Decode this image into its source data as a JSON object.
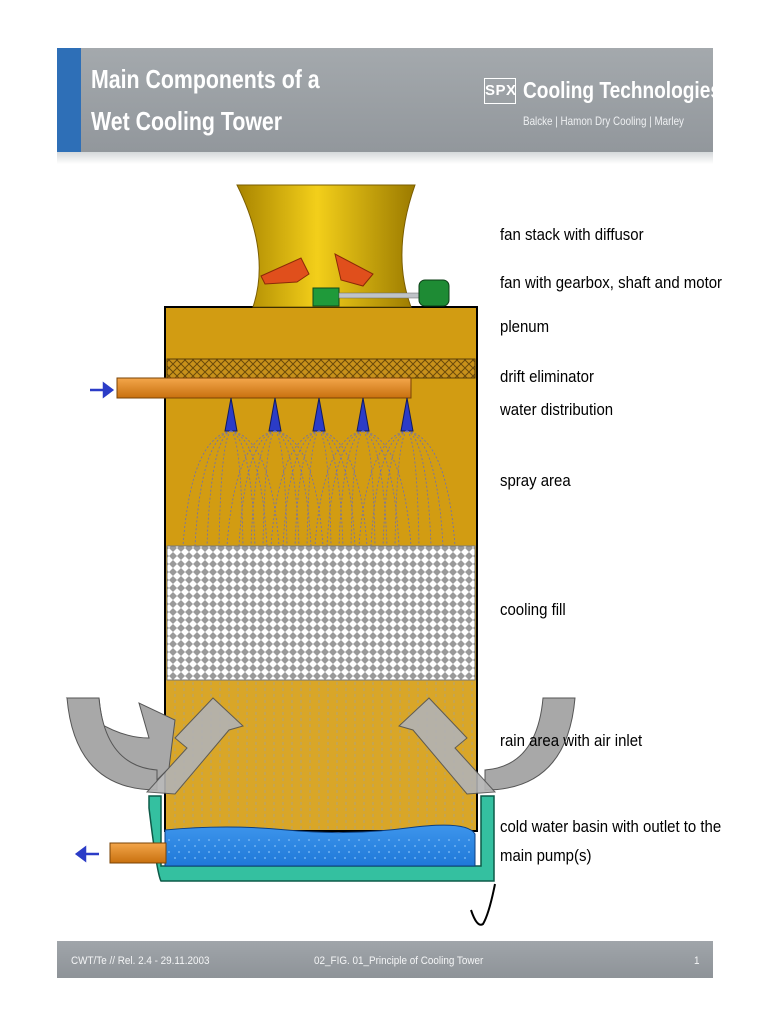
{
  "header": {
    "title_line_1": "Main Components of a",
    "title_line_2": "Wet Cooling Tower",
    "logo_box": "SPX",
    "brand_name": "Cooling Technologies",
    "brand_subtitle": "Balcke | Hamon Dry Cooling | Marley"
  },
  "components": [
    {
      "label": "fan stack with diffusor"
    },
    {
      "label": "fan with gearbox, shaft and motor"
    },
    {
      "label": "plenum"
    },
    {
      "label": "drift eliminator"
    },
    {
      "label": "water distribution"
    },
    {
      "label": "spray area"
    },
    {
      "label": "cooling fill"
    },
    {
      "label": "rain area with air inlet"
    },
    {
      "label": "cold water basin with outlet to the"
    },
    {
      "label": "main pump(s)"
    }
  ],
  "footer": {
    "left_text": "CWT/Te // Rel. 2.4 - 29.11.2003",
    "center_text": "02_FIG. 01_Principle of Cooling Tower",
    "page_number": "1"
  },
  "colors": {
    "header_gray": "#9ba0a5",
    "header_accent": "#2e6fb7",
    "tower_body": "#d19b10",
    "fan_stack": "#d4aa00",
    "pipe": "#e8891c",
    "basin_water": "#2e86e6",
    "basin_frame": "#34c0a0",
    "air_arrow": "#a8a8a8",
    "flow_arrow": "#2b3cc7"
  }
}
